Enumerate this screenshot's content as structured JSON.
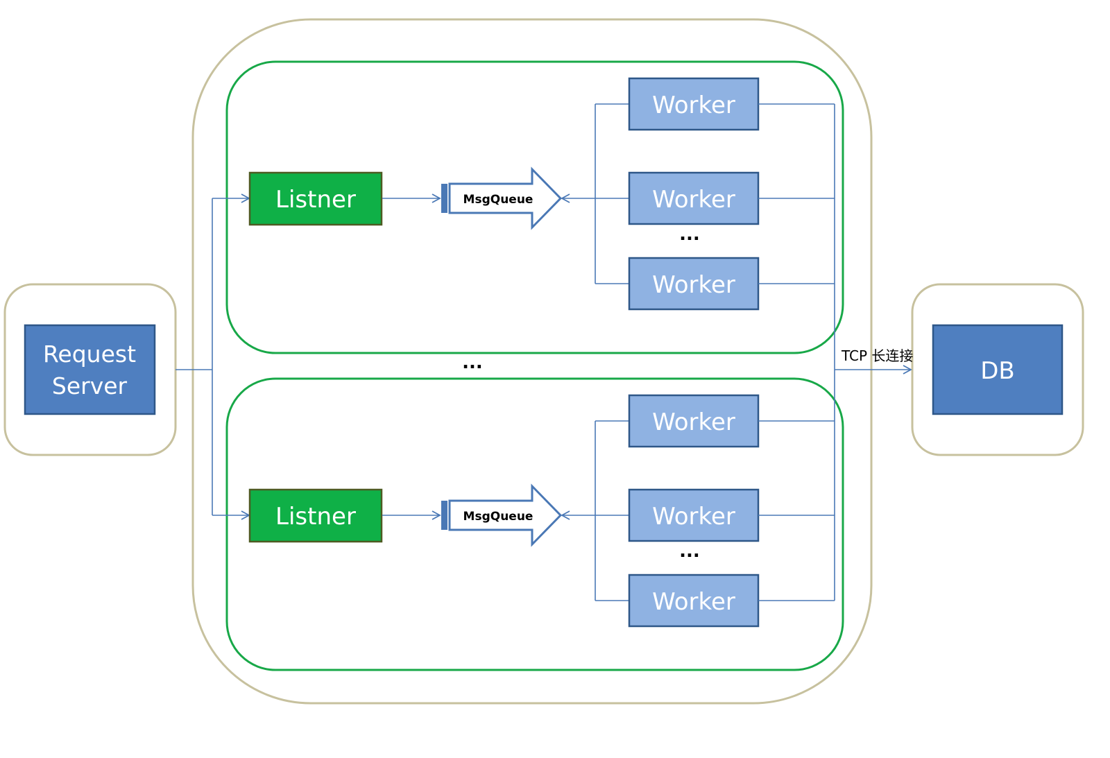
{
  "request_server": {
    "label_line1": "Request",
    "label_line2": "Server"
  },
  "db": {
    "label": "DB"
  },
  "connection": {
    "label": "TCP 长连接"
  },
  "between_groups_ellipsis": "...",
  "groups": [
    {
      "listener_label": "Listner",
      "queue_label": "MsgQueue",
      "workers": [
        "Worker",
        "Worker",
        "Worker"
      ],
      "ellipsis": "..."
    },
    {
      "listener_label": "Listner",
      "queue_label": "MsgQueue",
      "workers": [
        "Worker",
        "Worker",
        "Worker"
      ],
      "ellipsis": "..."
    }
  ],
  "colors": {
    "outer_frame": "#c7c19e",
    "group_frame": "#18a848",
    "listener": "#0fb047",
    "worker": "#8fb2e2",
    "server_db": "#4f7fc0",
    "connector": "#4a78b5"
  }
}
